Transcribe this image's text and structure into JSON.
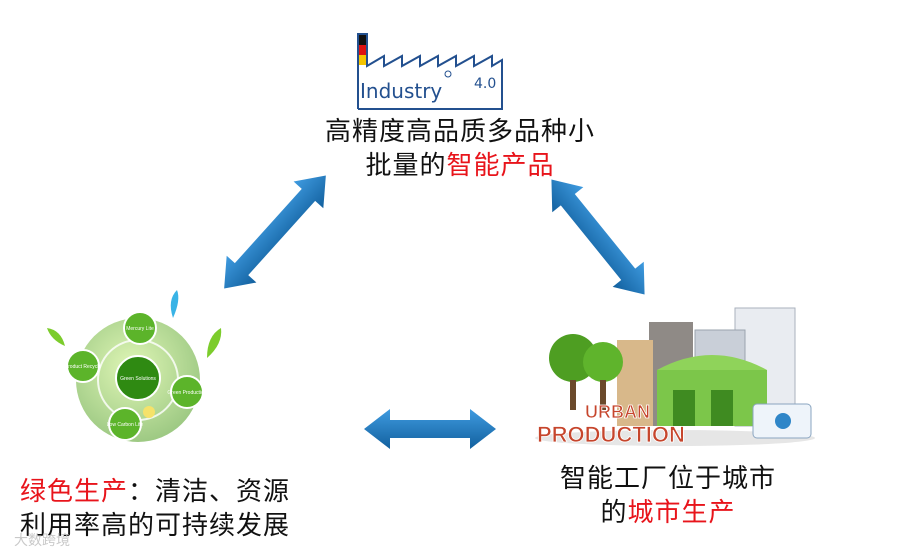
{
  "logo": {
    "text": "Industry",
    "version": "4.0"
  },
  "top_node": {
    "line1": "高精度高品质多品种小",
    "line2_plain": "批量的",
    "line2_highlight": "智能产品"
  },
  "left_node": {
    "line1_highlight": "绿色生产",
    "line1_plain": "：清洁、资源",
    "line2": "利用率高的可持续发展",
    "graphic": {
      "center": "Green Solutions",
      "bubbles": [
        "Mercury Lite",
        "Product Recycle",
        "Green Production",
        "Low Carbon Life"
      ]
    }
  },
  "right_node": {
    "line1": "智能工厂位于城市",
    "line2_plain": "的",
    "line2_highlight": "城市生产",
    "graphic": {
      "word1": "URBAN",
      "word2": "PRODUCTION"
    }
  },
  "watermark": "大数跨境",
  "colors": {
    "arrow": "#1f7bbf",
    "highlight": "#e8141b",
    "green": "#6cbf2a",
    "logo_blue": "#23508f"
  }
}
